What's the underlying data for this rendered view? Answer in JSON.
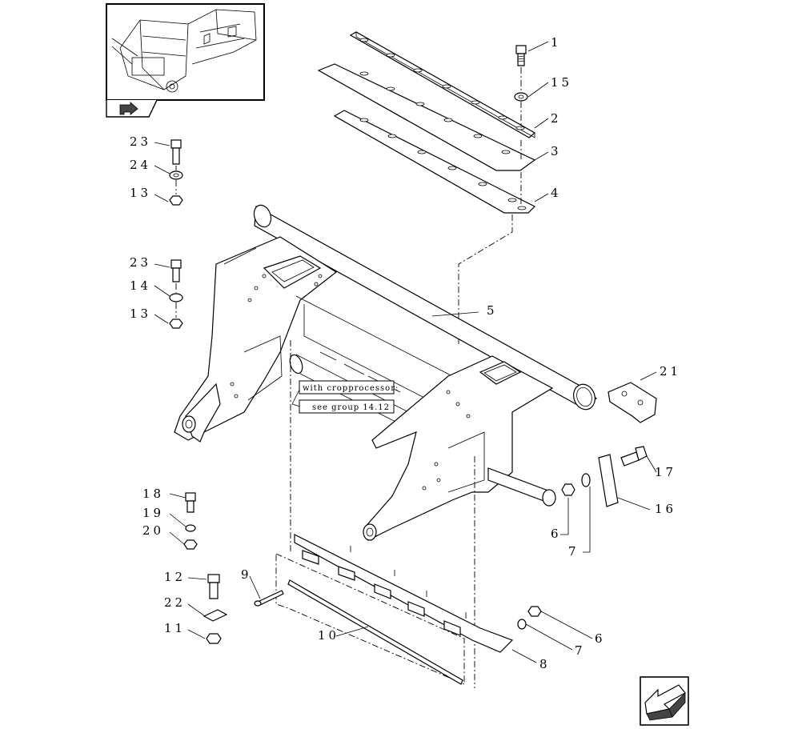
{
  "note": {
    "line1": "with cropprocessor:",
    "line2": "see group 14.12"
  },
  "callouts": [
    {
      "id": "c1",
      "text": "1"
    },
    {
      "id": "c15",
      "text": "15"
    },
    {
      "id": "c2",
      "text": "2"
    },
    {
      "id": "c3",
      "text": "3"
    },
    {
      "id": "c4",
      "text": "4"
    },
    {
      "id": "c23a",
      "text": "23"
    },
    {
      "id": "c24",
      "text": "24"
    },
    {
      "id": "c13a",
      "text": "13"
    },
    {
      "id": "c23b",
      "text": "23"
    },
    {
      "id": "c14",
      "text": "14"
    },
    {
      "id": "c13b",
      "text": "13"
    },
    {
      "id": "c5",
      "text": "5"
    },
    {
      "id": "c21",
      "text": "21"
    },
    {
      "id": "c17",
      "text": "17"
    },
    {
      "id": "c16",
      "text": "16"
    },
    {
      "id": "c6a",
      "text": "6"
    },
    {
      "id": "c7a",
      "text": "7"
    },
    {
      "id": "c18",
      "text": "18"
    },
    {
      "id": "c19",
      "text": "19"
    },
    {
      "id": "c20",
      "text": "20"
    },
    {
      "id": "c9",
      "text": "9"
    },
    {
      "id": "c12",
      "text": "12"
    },
    {
      "id": "c22",
      "text": "22"
    },
    {
      "id": "c11",
      "text": "11"
    },
    {
      "id": "c10",
      "text": "10"
    },
    {
      "id": "c8",
      "text": "8"
    },
    {
      "id": "c6b",
      "text": "6"
    },
    {
      "id": "c7b",
      "text": "7"
    }
  ],
  "icons": {
    "thumbnail": "machine-overview-thumbnail",
    "thumbnail_tab": "navigation-arrow-icon",
    "next_page": "next-page-arrow-icon"
  }
}
